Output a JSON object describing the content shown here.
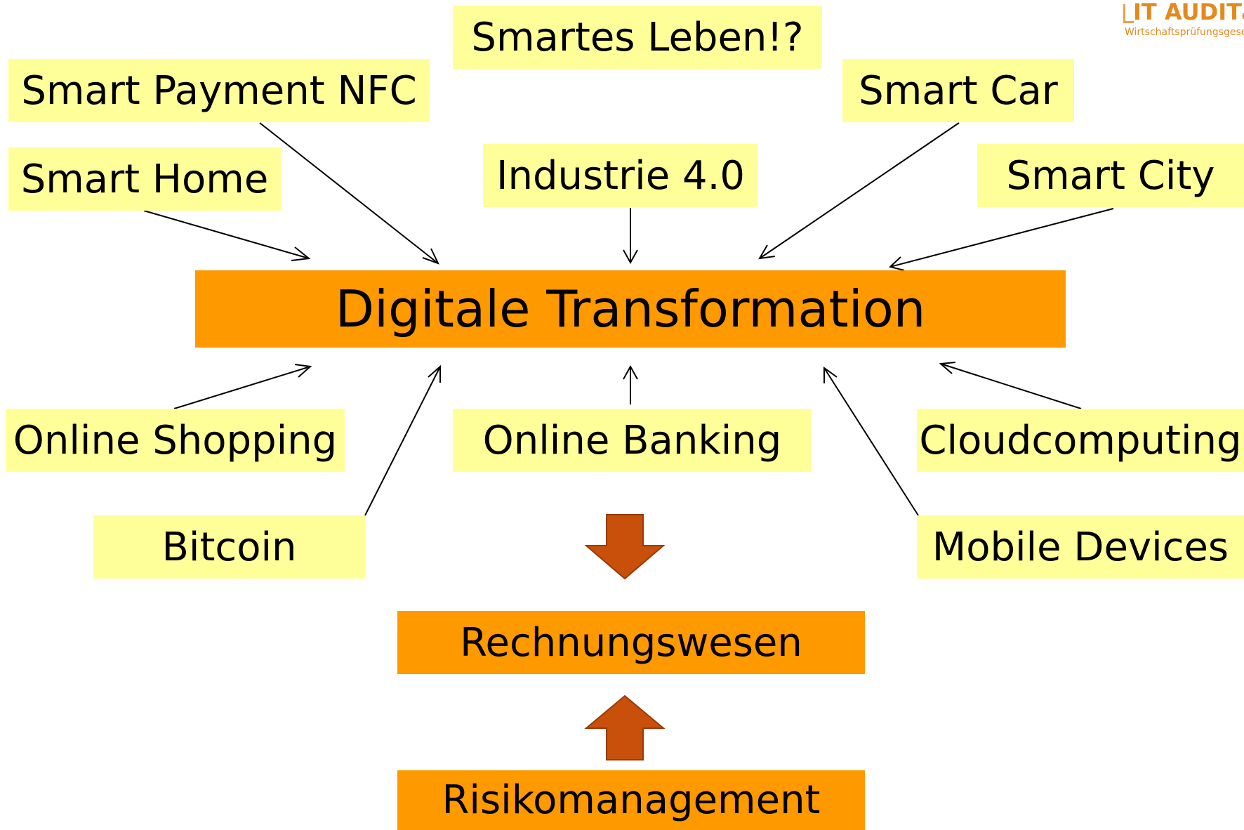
{
  "logo": {
    "title": "IT AUDIT",
    "title_suffix": "Gr",
    "subtitle": "Wirtschaftsprüfungsgesellsc"
  },
  "center": "Digitale Transformation",
  "nodes": {
    "smartes_leben": "Smartes Leben!?",
    "smart_payment": "Smart Payment NFC",
    "smart_car": "Smart Car",
    "smart_home": "Smart Home",
    "industrie": "Industrie 4.0",
    "smart_city": "Smart City",
    "online_shopping": "Online Shopping",
    "online_banking": "Online Banking",
    "cloudcomputing": "Cloudcomputing",
    "bitcoin": "Bitcoin",
    "mobile_devices": "Mobile Devices"
  },
  "rechnungswesen": "Rechnungswesen",
  "risikomanagement": "Risikomanagement",
  "colors": {
    "node_fill": "#ffff99",
    "box_fill": "#ff9900",
    "block_arrow": "#c8500a"
  }
}
